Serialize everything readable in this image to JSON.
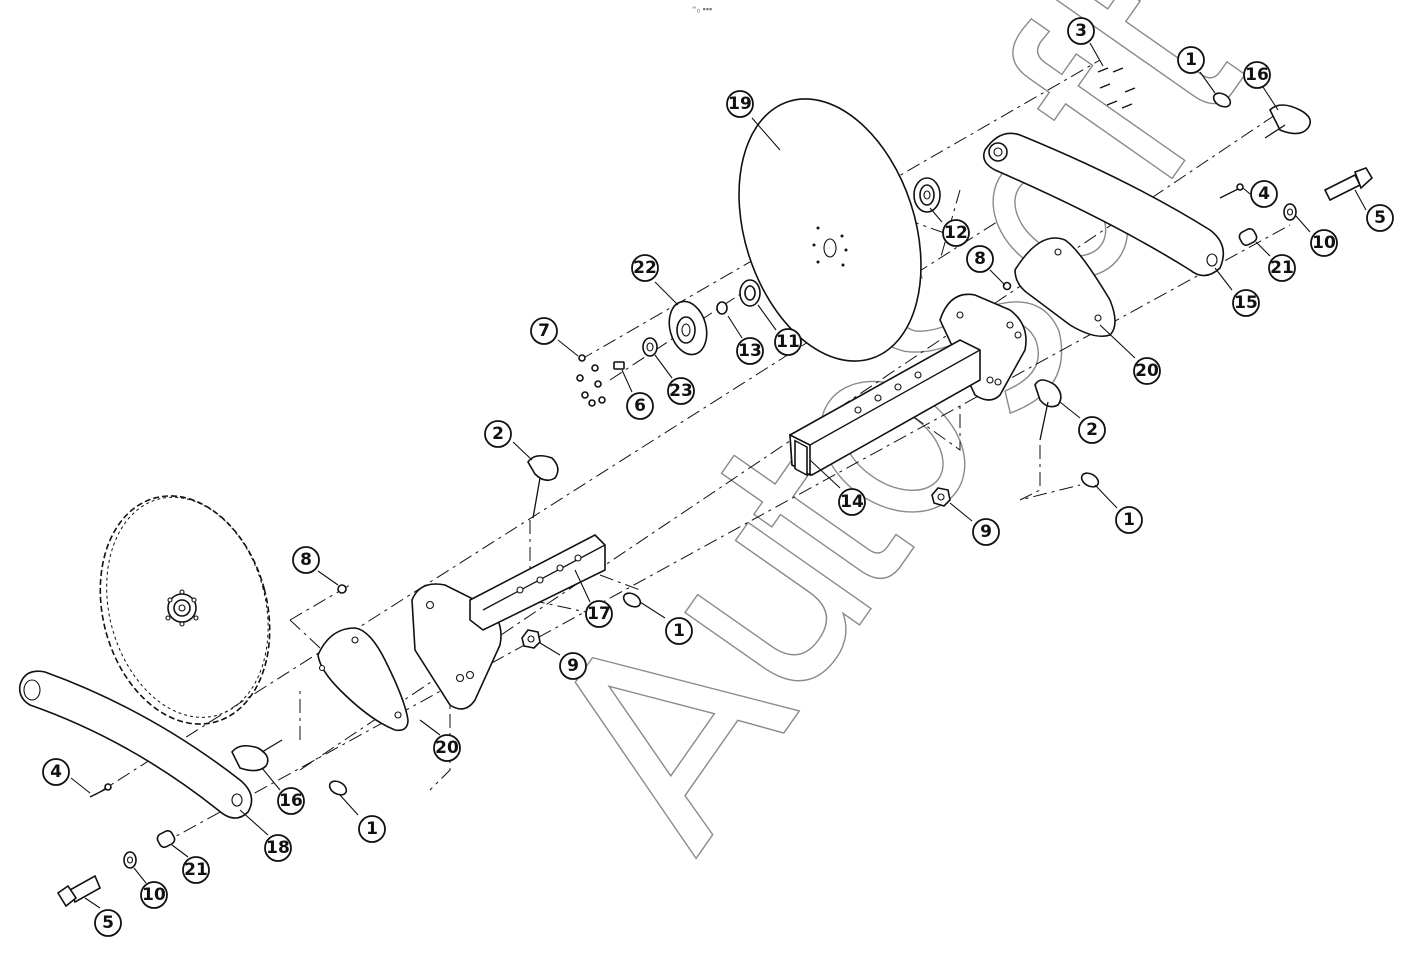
{
  "header": {
    "top_glyph": "⁼ₒ ▪▪▪"
  },
  "callouts": [
    {
      "label": "3"
    },
    {
      "label": "1"
    },
    {
      "label": "16"
    },
    {
      "label": "19"
    },
    {
      "label": "4"
    },
    {
      "label": "5"
    },
    {
      "label": "12"
    },
    {
      "label": "10"
    },
    {
      "label": "8"
    },
    {
      "label": "21"
    },
    {
      "label": "22"
    },
    {
      "label": "15"
    },
    {
      "label": "11"
    },
    {
      "label": "13"
    },
    {
      "label": "7"
    },
    {
      "label": "23"
    },
    {
      "label": "20"
    },
    {
      "label": "6"
    },
    {
      "label": "2"
    },
    {
      "label": "2"
    },
    {
      "label": "14"
    },
    {
      "label": "1"
    },
    {
      "label": "9"
    },
    {
      "label": "8"
    },
    {
      "label": "17"
    },
    {
      "label": "1"
    },
    {
      "label": "9"
    },
    {
      "label": "20"
    },
    {
      "label": "4"
    },
    {
      "label": "16"
    },
    {
      "label": "1"
    },
    {
      "label": "18"
    },
    {
      "label": "21"
    },
    {
      "label": "10"
    },
    {
      "label": "5"
    }
  ]
}
